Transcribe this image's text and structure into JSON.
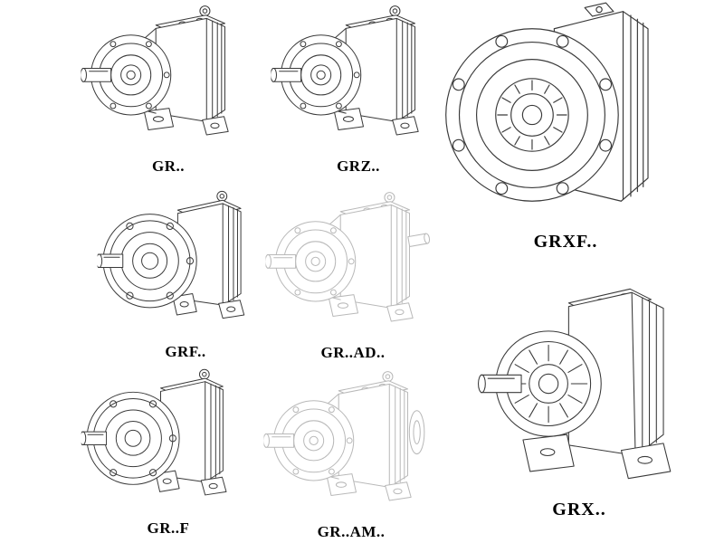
{
  "canvas": {
    "background": "#ffffff"
  },
  "colors": {
    "line": "#3a3a3a",
    "phantom_line": "#b9b9b9",
    "label_text": "#000000"
  },
  "figures": {
    "gr": {
      "label": "GR.."
    },
    "grz": {
      "label": "GRZ.."
    },
    "grxf": {
      "label": "GRXF.."
    },
    "grf": {
      "label": "GRF.."
    },
    "grad": {
      "label": "GR..AD.."
    },
    "grf_foot": {
      "label": "GR..F"
    },
    "gram": {
      "label": "GR..AM.."
    },
    "grx": {
      "label": "GRX.."
    }
  }
}
